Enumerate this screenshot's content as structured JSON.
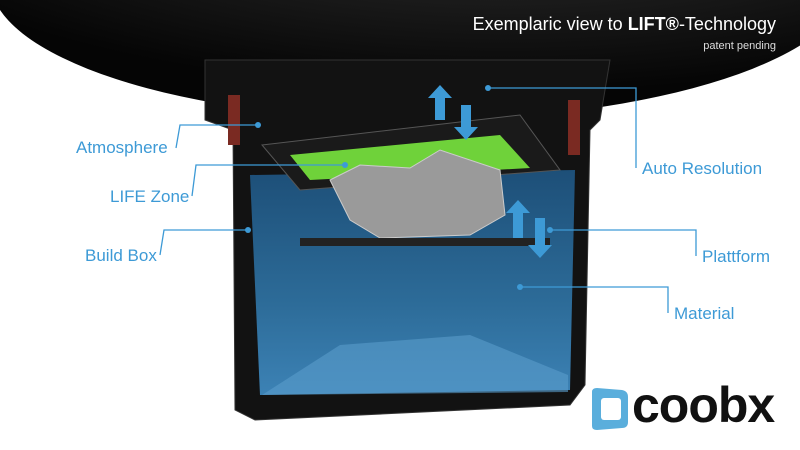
{
  "header": {
    "title_prefix": "Exemplaric view to ",
    "title_brand": "LIFT®",
    "title_suffix": "-Technology",
    "subtitle": "patent pending"
  },
  "labels": {
    "atmosphere": "Atmosphere",
    "life_zone": "LIFE Zone",
    "build_box": "Build Box",
    "auto_resolution": "Auto Resolution",
    "plattform": "Plattform",
    "material": "Material"
  },
  "logo": {
    "text": "coobx"
  },
  "colors": {
    "accent": "#3d9ad6",
    "material": "#2f6a95",
    "life_zone": "#6fd23a",
    "housing": "#111111"
  }
}
